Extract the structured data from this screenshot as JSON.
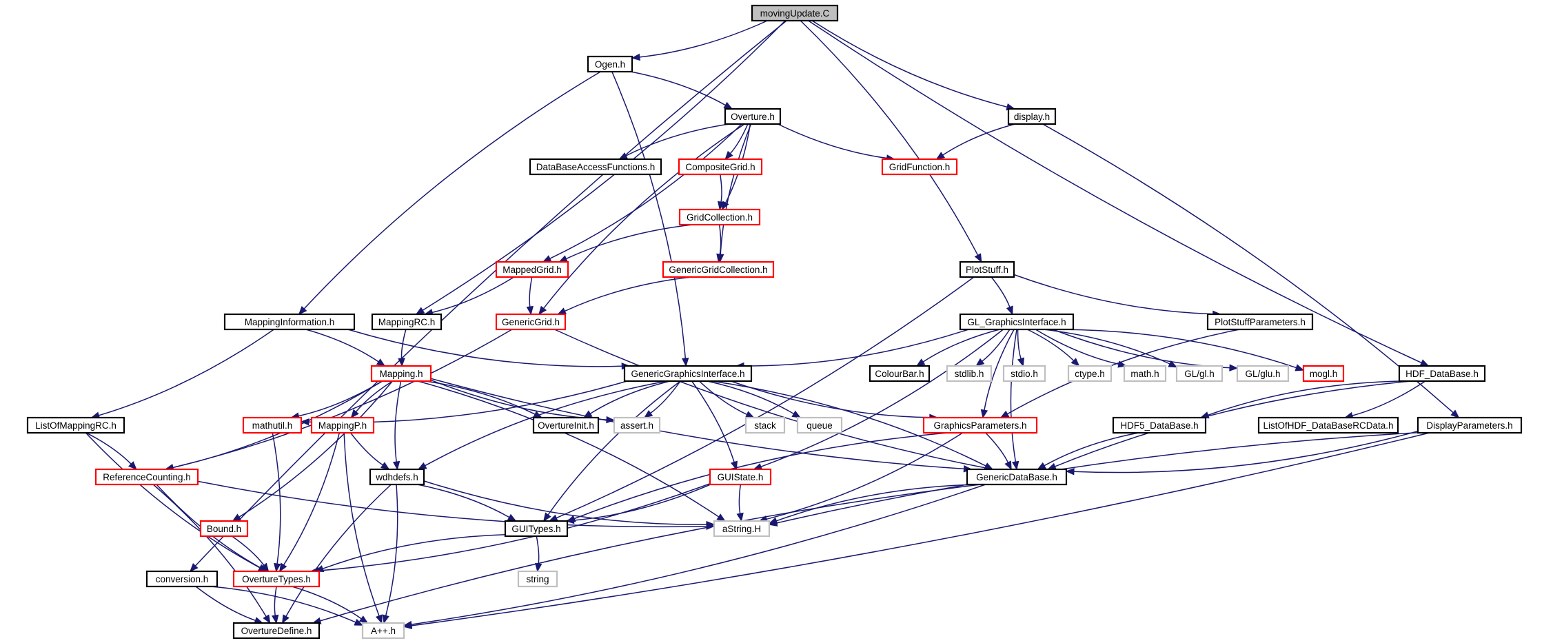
{
  "nodes": [
    {
      "id": "movingUpdate",
      "label": "movingUpdate.C",
      "style": "root"
    },
    {
      "id": "Ogen",
      "label": "Ogen.h",
      "style": "black"
    },
    {
      "id": "display",
      "label": "display.h",
      "style": "black"
    },
    {
      "id": "Overture",
      "label": "Overture.h",
      "style": "black"
    },
    {
      "id": "DataBaseAccessFunctions",
      "label": "DataBaseAccessFunctions.h",
      "style": "black"
    },
    {
      "id": "CompositeGrid",
      "label": "CompositeGrid.h",
      "style": "red"
    },
    {
      "id": "GridFunction",
      "label": "GridFunction.h",
      "style": "red"
    },
    {
      "id": "GridCollection",
      "label": "GridCollection.h",
      "style": "red"
    },
    {
      "id": "MappedGrid",
      "label": "MappedGrid.h",
      "style": "red"
    },
    {
      "id": "GenericGridCollection",
      "label": "GenericGridCollection.h",
      "style": "red"
    },
    {
      "id": "PlotStuff",
      "label": "PlotStuff.h",
      "style": "black"
    },
    {
      "id": "MappingInformation",
      "label": "MappingInformation.h",
      "style": "black"
    },
    {
      "id": "MappingRC",
      "label": "MappingRC.h",
      "style": "black"
    },
    {
      "id": "GenericGrid",
      "label": "GenericGrid.h",
      "style": "red"
    },
    {
      "id": "GL_GraphicsInterface",
      "label": "GL_GraphicsInterface.h",
      "style": "black"
    },
    {
      "id": "PlotStuffParameters",
      "label": "PlotStuffParameters.h",
      "style": "black"
    },
    {
      "id": "Mapping",
      "label": "Mapping.h",
      "style": "red"
    },
    {
      "id": "GenericGraphicsInterface",
      "label": "GenericGraphicsInterface.h",
      "style": "black"
    },
    {
      "id": "ColourBar",
      "label": "ColourBar.h",
      "style": "black"
    },
    {
      "id": "stdlib",
      "label": "stdlib.h",
      "style": "gray"
    },
    {
      "id": "stdio",
      "label": "stdio.h",
      "style": "gray"
    },
    {
      "id": "ctype",
      "label": "ctype.h",
      "style": "gray"
    },
    {
      "id": "math",
      "label": "math.h",
      "style": "gray"
    },
    {
      "id": "GLgl",
      "label": "GL/gl.h",
      "style": "gray"
    },
    {
      "id": "GLglu",
      "label": "GL/glu.h",
      "style": "gray"
    },
    {
      "id": "mogl",
      "label": "mogl.h",
      "style": "red"
    },
    {
      "id": "HDF_DataBase",
      "label": "HDF_DataBase.h",
      "style": "black"
    },
    {
      "id": "ListOfMappingRC",
      "label": "ListOfMappingRC.h",
      "style": "black"
    },
    {
      "id": "mathutil",
      "label": "mathutil.h",
      "style": "red"
    },
    {
      "id": "MappingP",
      "label": "MappingP.h",
      "style": "red"
    },
    {
      "id": "OvertureInit",
      "label": "OvertureInit.h",
      "style": "black"
    },
    {
      "id": "assert",
      "label": "assert.h",
      "style": "gray"
    },
    {
      "id": "stack",
      "label": "stack",
      "style": "gray"
    },
    {
      "id": "queue",
      "label": "queue",
      "style": "gray"
    },
    {
      "id": "GraphicsParameters",
      "label": "GraphicsParameters.h",
      "style": "red"
    },
    {
      "id": "HDF5_DataBase",
      "label": "HDF5_DataBase.h",
      "style": "black"
    },
    {
      "id": "ListOfHDF_DataBaseRCData",
      "label": "ListOfHDF_DataBaseRCData.h",
      "style": "black"
    },
    {
      "id": "DisplayParameters",
      "label": "DisplayParameters.h",
      "style": "black"
    },
    {
      "id": "ReferenceCounting",
      "label": "ReferenceCounting.h",
      "style": "red"
    },
    {
      "id": "wdhdefs",
      "label": "wdhdefs.h",
      "style": "black"
    },
    {
      "id": "GUIState",
      "label": "GUIState.h",
      "style": "red"
    },
    {
      "id": "GenericDataBase",
      "label": "GenericDataBase.h",
      "style": "black"
    },
    {
      "id": "Bound",
      "label": "Bound.h",
      "style": "red"
    },
    {
      "id": "GUITypes",
      "label": "GUITypes.h",
      "style": "black"
    },
    {
      "id": "aString",
      "label": "aString.H",
      "style": "gray"
    },
    {
      "id": "string",
      "label": "string",
      "style": "gray"
    },
    {
      "id": "conversion",
      "label": "conversion.h",
      "style": "black"
    },
    {
      "id": "OvertureTypes",
      "label": "OvertureTypes.h",
      "style": "red"
    },
    {
      "id": "OvertureDefine",
      "label": "OvertureDefine.h",
      "style": "black"
    },
    {
      "id": "App",
      "label": "A++.h",
      "style": "gray"
    }
  ],
  "edges": [
    [
      "movingUpdate",
      "Ogen"
    ],
    [
      "movingUpdate",
      "display"
    ],
    [
      "movingUpdate",
      "PlotStuff"
    ],
    [
      "movingUpdate",
      "HDF_DataBase"
    ],
    [
      "movingUpdate",
      "MappingRC"
    ],
    [
      "movingUpdate",
      "conversion"
    ],
    [
      "Ogen",
      "Overture"
    ],
    [
      "Ogen",
      "MappingInformation"
    ],
    [
      "Ogen",
      "GenericGraphicsInterface"
    ],
    [
      "display",
      "GridFunction"
    ],
    [
      "display",
      "DisplayParameters"
    ],
    [
      "Overture",
      "DataBaseAccessFunctions"
    ],
    [
      "Overture",
      "CompositeGrid"
    ],
    [
      "Overture",
      "GridFunction"
    ],
    [
      "Overture",
      "GridCollection"
    ],
    [
      "Overture",
      "GenericGridCollection"
    ],
    [
      "Overture",
      "MappedGrid"
    ],
    [
      "Overture",
      "GenericGrid"
    ],
    [
      "CompositeGrid",
      "GridCollection"
    ],
    [
      "GridCollection",
      "MappedGrid"
    ],
    [
      "GridCollection",
      "GenericGridCollection"
    ],
    [
      "MappedGrid",
      "GenericGrid"
    ],
    [
      "MappedGrid",
      "MappingRC"
    ],
    [
      "GenericGridCollection",
      "GenericGrid"
    ],
    [
      "GenericGrid",
      "ReferenceCounting"
    ],
    [
      "GenericGrid",
      "GenericDataBase"
    ],
    [
      "PlotStuff",
      "GL_GraphicsInterface"
    ],
    [
      "PlotStuff",
      "PlotStuffParameters"
    ],
    [
      "PlotStuff",
      "GUITypes"
    ],
    [
      "PlotStuffParameters",
      "GraphicsParameters"
    ],
    [
      "MappingInformation",
      "Mapping"
    ],
    [
      "MappingInformation",
      "GenericGraphicsInterface"
    ],
    [
      "MappingInformation",
      "ListOfMappingRC"
    ],
    [
      "MappingRC",
      "Mapping"
    ],
    [
      "GL_GraphicsInterface",
      "GenericGraphicsInterface"
    ],
    [
      "GL_GraphicsInterface",
      "ColourBar"
    ],
    [
      "GL_GraphicsInterface",
      "stdlib"
    ],
    [
      "GL_GraphicsInterface",
      "stdio"
    ],
    [
      "GL_GraphicsInterface",
      "ctype"
    ],
    [
      "GL_GraphicsInterface",
      "math"
    ],
    [
      "GL_GraphicsInterface",
      "GLgl"
    ],
    [
      "GL_GraphicsInterface",
      "GLglu"
    ],
    [
      "GL_GraphicsInterface",
      "mogl"
    ],
    [
      "GL_GraphicsInterface",
      "GraphicsParameters"
    ],
    [
      "GL_GraphicsInterface",
      "GUIState"
    ],
    [
      "GL_GraphicsInterface",
      "GenericDataBase"
    ],
    [
      "Mapping",
      "mathutil"
    ],
    [
      "Mapping",
      "MappingP"
    ],
    [
      "Mapping",
      "OvertureInit"
    ],
    [
      "Mapping",
      "assert"
    ],
    [
      "Mapping",
      "ReferenceCounting"
    ],
    [
      "Mapping",
      "wdhdefs"
    ],
    [
      "Mapping",
      "Bound"
    ],
    [
      "Mapping",
      "GenericDataBase"
    ],
    [
      "Mapping",
      "aString"
    ],
    [
      "GenericGraphicsInterface",
      "OvertureInit"
    ],
    [
      "GenericGraphicsInterface",
      "assert"
    ],
    [
      "GenericGraphicsInterface",
      "stack"
    ],
    [
      "GenericGraphicsInterface",
      "queue"
    ],
    [
      "GenericGraphicsInterface",
      "GraphicsParameters"
    ],
    [
      "GenericGraphicsInterface",
      "GUIState"
    ],
    [
      "GenericGraphicsInterface",
      "GUITypes"
    ],
    [
      "GenericGraphicsInterface",
      "mathutil"
    ],
    [
      "GenericGraphicsInterface",
      "wdhdefs"
    ],
    [
      "GenericGraphicsInterface",
      "GenericDataBase"
    ],
    [
      "HDF_DataBase",
      "HDF5_DataBase"
    ],
    [
      "HDF_DataBase",
      "ListOfHDF_DataBaseRCData"
    ],
    [
      "HDF_DataBase",
      "GenericDataBase"
    ],
    [
      "ListOfMappingRC",
      "ReferenceCounting"
    ],
    [
      "ListOfMappingRC",
      "OvertureTypes"
    ],
    [
      "mathutil",
      "OvertureTypes"
    ],
    [
      "MappingP",
      "wdhdefs"
    ],
    [
      "MappingP",
      "OvertureTypes"
    ],
    [
      "MappingP",
      "App"
    ],
    [
      "GraphicsParameters",
      "GenericDataBase"
    ],
    [
      "GraphicsParameters",
      "GUITypes"
    ],
    [
      "GraphicsParameters",
      "aString"
    ],
    [
      "HDF5_DataBase",
      "GenericDataBase"
    ],
    [
      "DisplayParameters",
      "GenericDataBase"
    ],
    [
      "DisplayParameters",
      "aString"
    ],
    [
      "DisplayParameters",
      "App"
    ],
    [
      "ReferenceCounting",
      "OvertureTypes"
    ],
    [
      "ReferenceCounting",
      "OvertureDefine"
    ],
    [
      "ReferenceCounting",
      "aString"
    ],
    [
      "wdhdefs",
      "GUITypes"
    ],
    [
      "wdhdefs",
      "OvertureDefine"
    ],
    [
      "wdhdefs",
      "App"
    ],
    [
      "wdhdefs",
      "aString"
    ],
    [
      "GUIState",
      "GUITypes"
    ],
    [
      "GUIState",
      "aString"
    ],
    [
      "GUIState",
      "OvertureTypes"
    ],
    [
      "GenericDataBase",
      "aString"
    ],
    [
      "GenericDataBase",
      "App"
    ],
    [
      "GenericDataBase",
      "OvertureDefine"
    ],
    [
      "Bound",
      "OvertureTypes"
    ],
    [
      "GUITypes",
      "OvertureTypes"
    ],
    [
      "GUITypes",
      "string"
    ],
    [
      "conversion",
      "OvertureDefine"
    ],
    [
      "conversion",
      "App"
    ],
    [
      "OvertureTypes",
      "OvertureDefine"
    ],
    [
      "OvertureTypes",
      "App"
    ]
  ],
  "colors": {
    "edge": "#191970",
    "border_black": "#000000",
    "border_red": "#ff0000",
    "border_gray": "#bfbfbf",
    "root_fill": "#bfbfbf",
    "node_fill": "#ffffff"
  }
}
